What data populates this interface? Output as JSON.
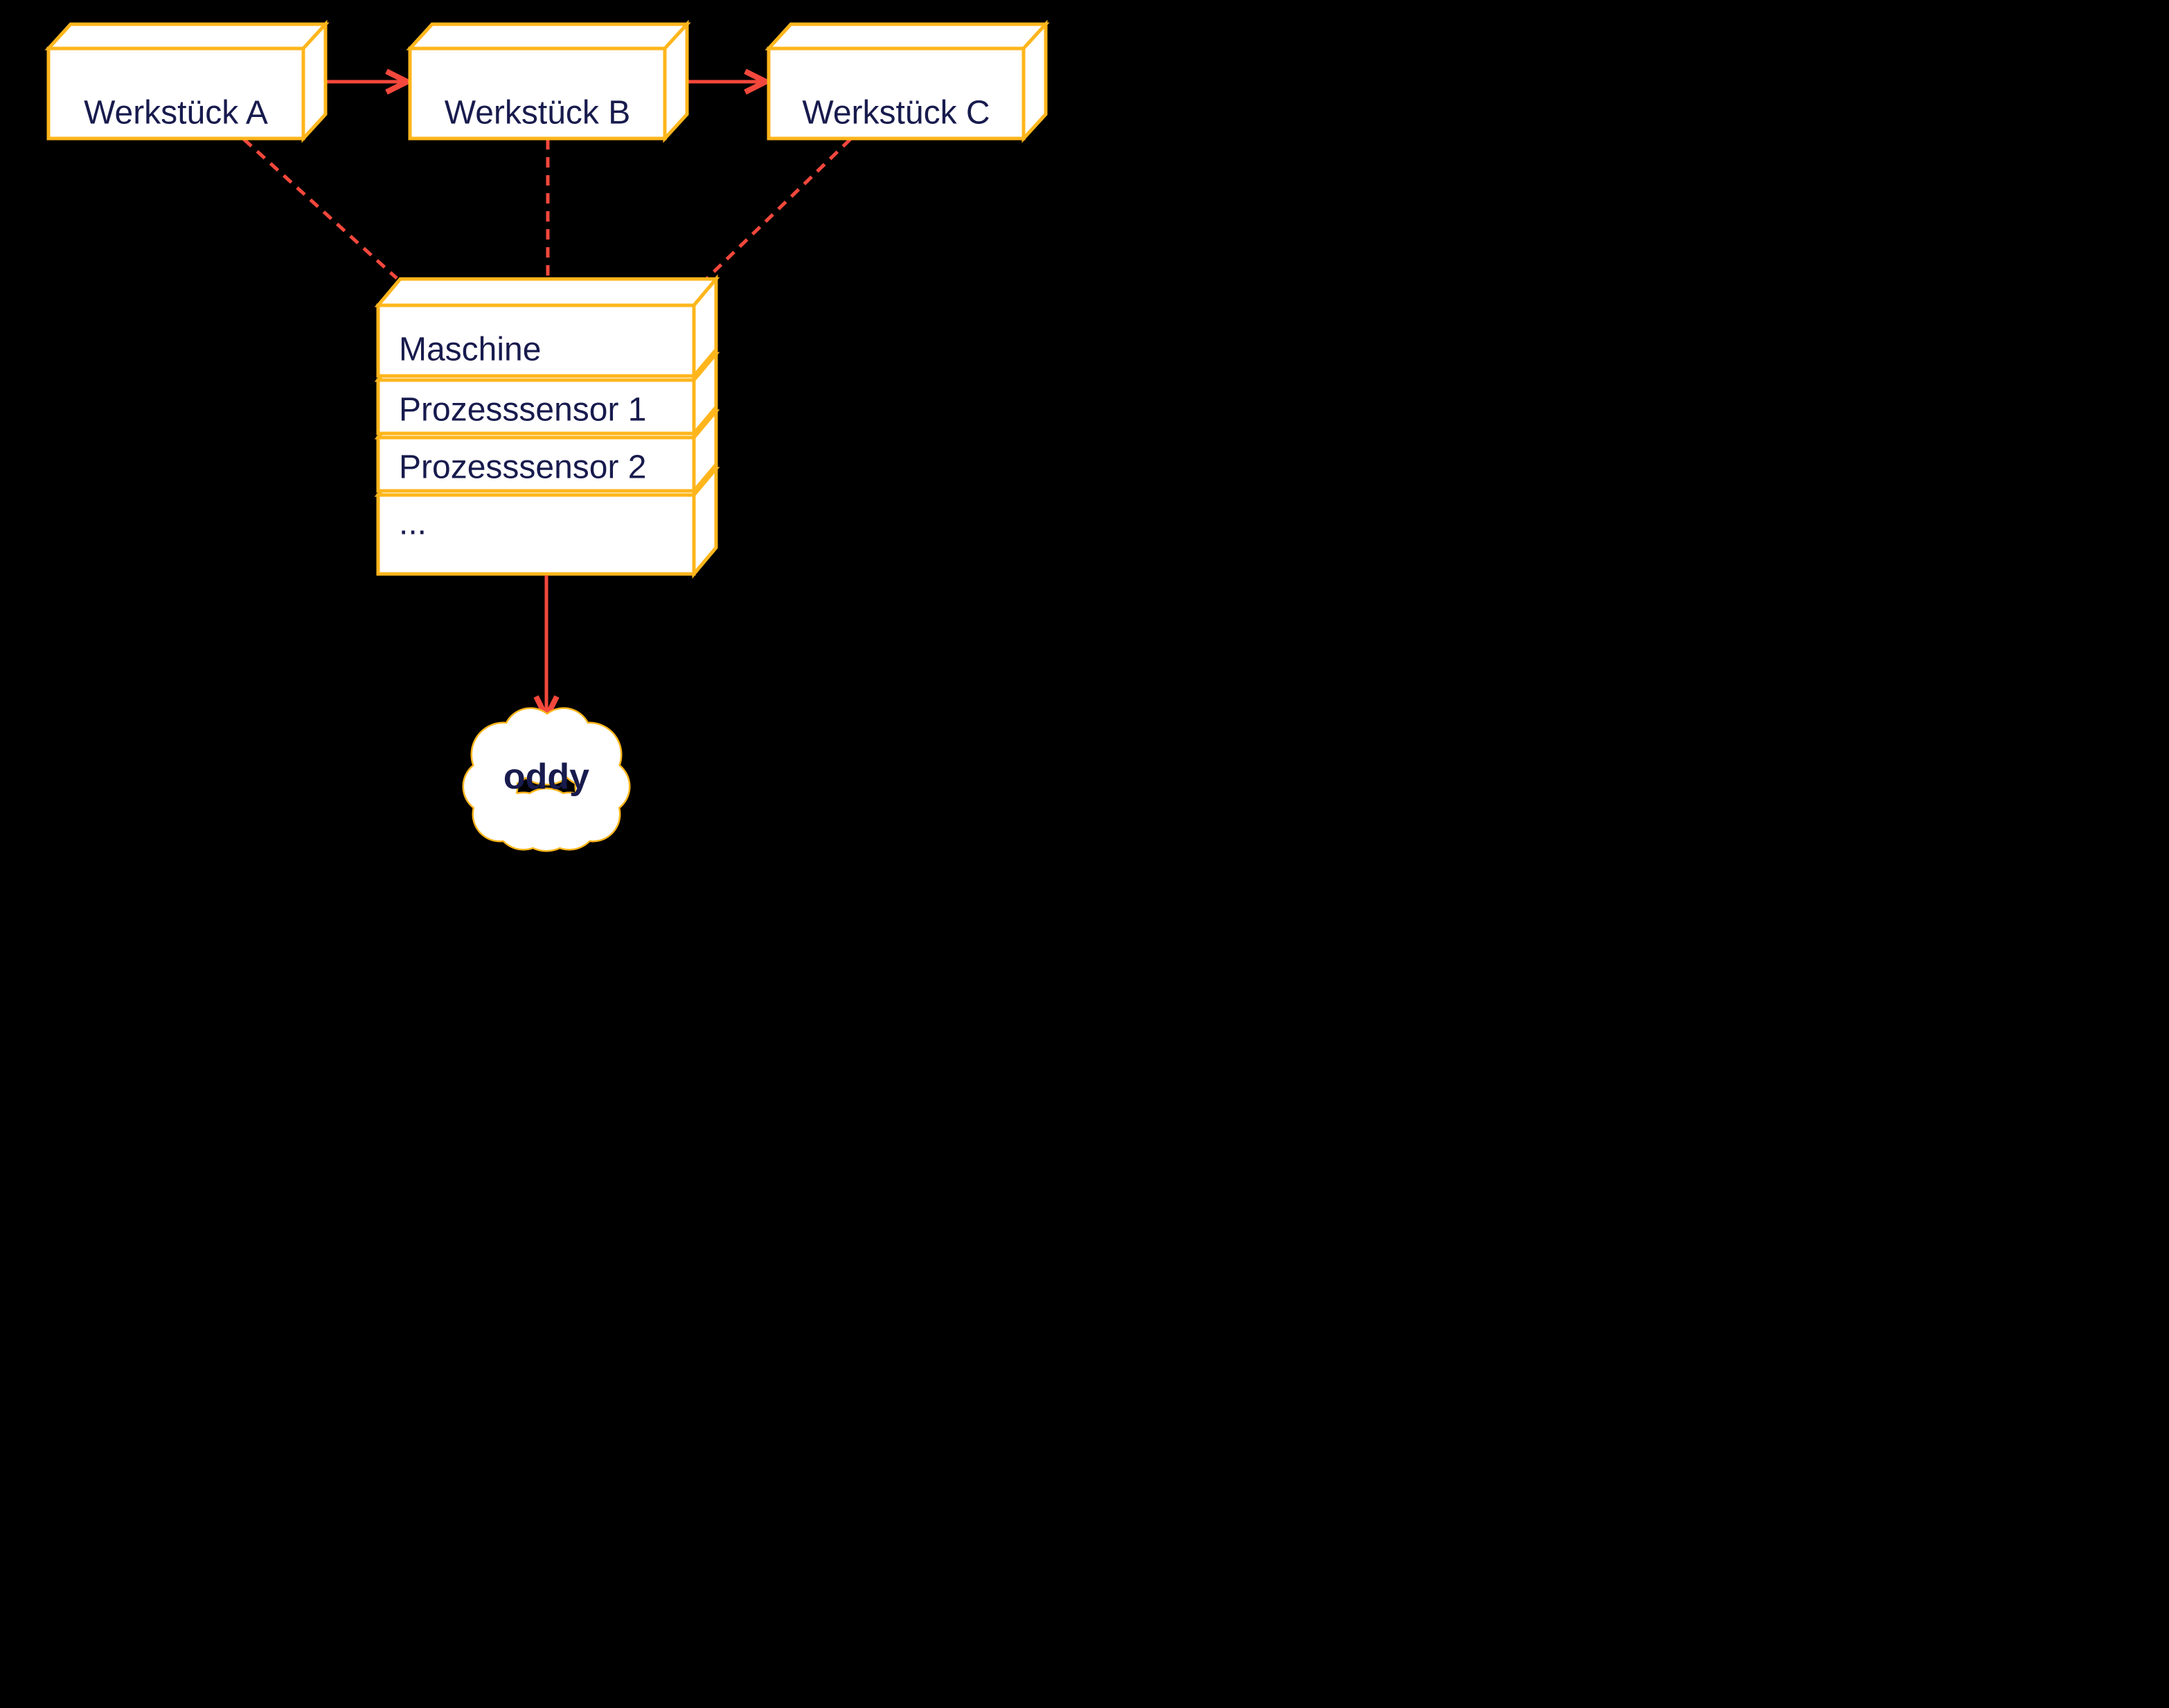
{
  "diagram": {
    "background": "#000000",
    "colors": {
      "node_border": "#FFB61C",
      "node_fill": "#FFFFFF",
      "connector": "#F4483C",
      "text": "#181B4D"
    },
    "workpieces": [
      {
        "label": "Werkstück A"
      },
      {
        "label": "Werkstück B"
      },
      {
        "label": "Werkstück C"
      }
    ],
    "machine_stack": {
      "sections": [
        {
          "label": "Maschine"
        },
        {
          "label": "Prozesssensor 1"
        },
        {
          "label": "Prozesssensor 2"
        },
        {
          "label": "..."
        }
      ]
    },
    "cloud": {
      "label": "oddy"
    }
  }
}
